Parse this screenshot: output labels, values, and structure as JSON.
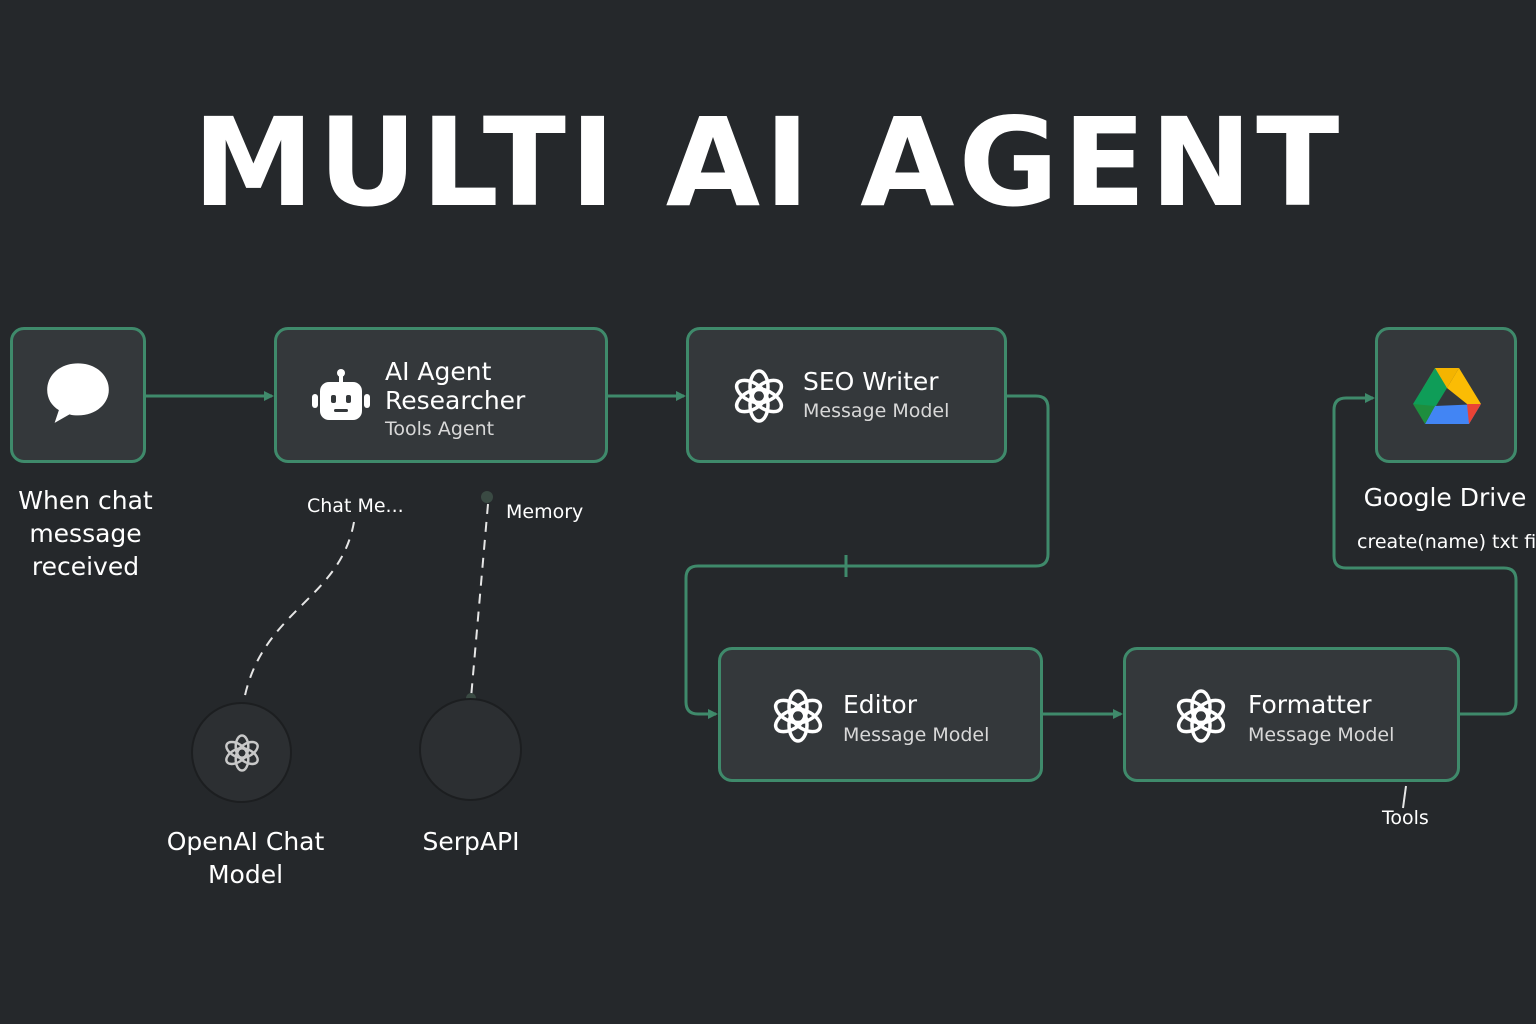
{
  "title": "MULTI AI AGENT",
  "nodes": {
    "trigger": {
      "caption": "When chat message received",
      "icon": "chat-bubble-icon"
    },
    "researcher": {
      "title": "AI Agent Researcher",
      "subtitle": "Tools Agent",
      "icon": "robot-icon"
    },
    "seo_writer": {
      "title": "SEO Writer",
      "subtitle": "Message Model",
      "icon": "openai-icon"
    },
    "editor": {
      "title": "Editor",
      "subtitle": "Message Model",
      "icon": "openai-icon"
    },
    "formatter": {
      "title": "Formatter",
      "subtitle": "Message Model",
      "icon": "openai-icon"
    },
    "google_drive": {
      "title": "Google Drive",
      "subtitle": "create(name) txt file",
      "icon": "google-drive-icon"
    }
  },
  "sub_nodes": {
    "openai_chat_model": {
      "caption": "OpenAI Chat Model",
      "icon": "openai-icon"
    },
    "serpapi": {
      "caption": "SerpAPI"
    }
  },
  "connector_labels": {
    "chat_model": "Chat Me...",
    "memory": "Memory",
    "tools": "Tools"
  },
  "colors": {
    "background": "#25282b",
    "node_fill": "#34383b",
    "accent": "#3f8a6b",
    "text": "#ffffff"
  }
}
